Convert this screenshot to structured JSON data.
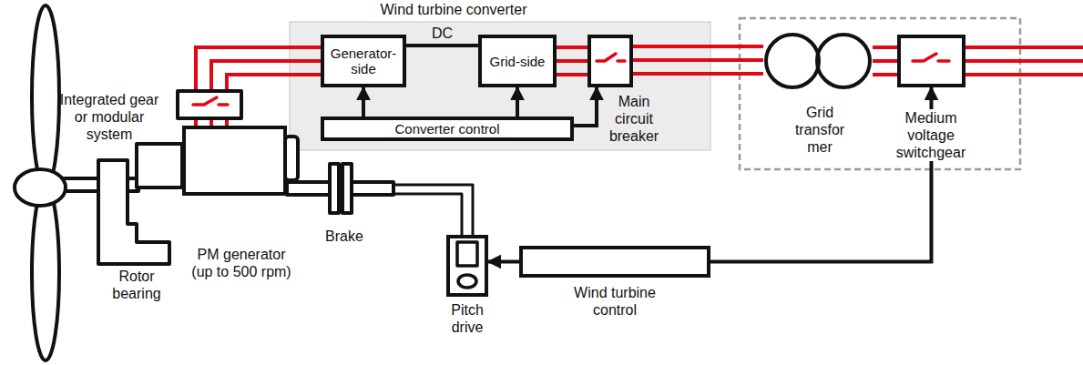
{
  "diagram": {
    "nodes": [
      {
        "text": [
          "Wind turbine converter"
        ]
      },
      {
        "text": [
          "Generator-side"
        ],
        "in": 0
      },
      {
        "text": [
          "Grid-side"
        ],
        "in": 0
      },
      {
        "text": [
          "Converter control"
        ],
        "in": 0
      },
      {
        "text": [
          "Main circuit breaker"
        ],
        "in": 0
      },
      {
        "text": [
          "Grid transfor mer"
        ]
      },
      {
        "text": [
          "Medium voltage switchgear"
        ]
      },
      {
        "text": [
          "PM generator (up to 500 rpm)"
        ]
      },
      {
        "text": [
          "Pitch drive"
        ]
      },
      {
        "text": [
          "Wind turbine control"
        ]
      }
    ],
    "edges": [
      {
        "from": 3,
        "to": 1,
        "arrow": "to"
      },
      {
        "from": 3,
        "to": 2,
        "arrow": "to"
      },
      {
        "from": 3,
        "to": 4,
        "arrow": "to"
      },
      {
        "from": 1,
        "to": 2,
        "label": "DC",
        "arrow": "none"
      },
      {
        "from": 2,
        "to": 4,
        "arrow": "none"
      },
      {
        "from": 4,
        "to": 5,
        "arrow": "none"
      },
      {
        "from": 5,
        "to": 6,
        "arrow": "none"
      },
      {
        "from": 7,
        "to": 1,
        "arrow": "none"
      },
      {
        "from": 9,
        "to": 6,
        "arrow": "to"
      },
      {
        "from": 9,
        "to": 8,
        "arrow": "to"
      }
    ],
    "labels": [
      "Integrated gear or modular system",
      "Rotor bearing",
      "Brake"
    ]
  }
}
